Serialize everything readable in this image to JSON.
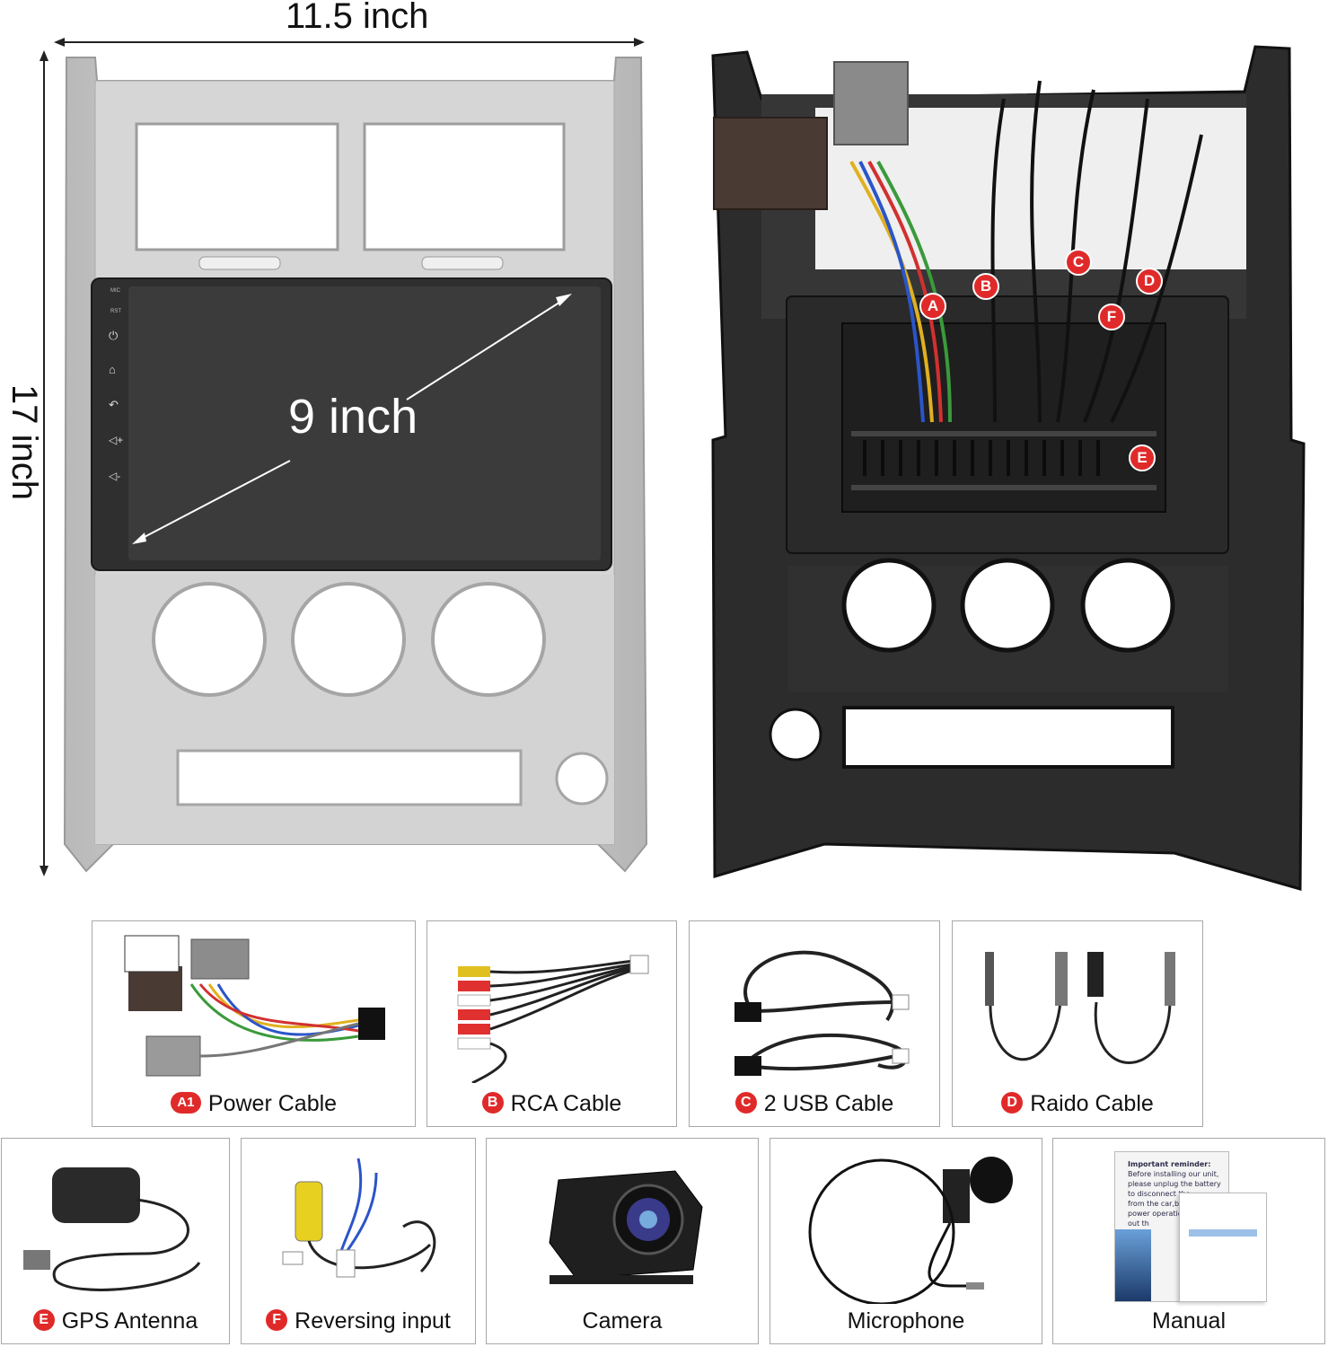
{
  "dimensions": {
    "width_label": "11.5 inch",
    "height_label": "17 inch",
    "screen_label": "9 inch"
  },
  "panel_buttons": [
    "MIC",
    "RST"
  ],
  "connector_callouts": [
    "A",
    "B",
    "C",
    "D",
    "E",
    "F"
  ],
  "accessories": [
    {
      "badge": "A1",
      "label": "Power Cable"
    },
    {
      "badge": "B",
      "label": "RCA Cable"
    },
    {
      "badge": "C",
      "label": "2 USB Cable"
    },
    {
      "badge": "D",
      "label": "Raido Cable"
    },
    {
      "badge": "E",
      "label": "GPS Antenna"
    },
    {
      "badge": "F",
      "label": "Reversing input"
    },
    {
      "badge": "",
      "label": "Camera"
    },
    {
      "badge": "",
      "label": "Microphone"
    },
    {
      "badge": "",
      "label": "Manual"
    }
  ],
  "manual_notice": [
    "Important reminder:",
    "Before installing our unit,",
    "please unplug the battery",
    "to disconnect the",
    "from the car,be",
    "power operation",
    "out th"
  ],
  "colors": {
    "badge_red": "#e02a2a",
    "frame_silver": "#c9c9c9",
    "frame_black": "#2b2b2b",
    "screen": "#3a3a3a"
  }
}
